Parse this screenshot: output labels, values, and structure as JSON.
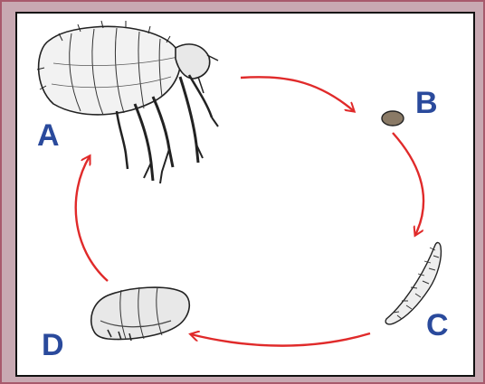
{
  "labels": {
    "a": "A",
    "b": "B",
    "c": "C",
    "d": "D"
  },
  "stages": [
    {
      "label": "A",
      "name": "adult-flea-illustration"
    },
    {
      "label": "B",
      "name": "egg-illustration"
    },
    {
      "label": "C",
      "name": "larva-illustration"
    },
    {
      "label": "D",
      "name": "pupa-illustration"
    }
  ],
  "colors": {
    "arrow": "#e02a2a",
    "label": "#2a4a9c",
    "border": "#a85a6c",
    "background": "#c8a9b2"
  }
}
